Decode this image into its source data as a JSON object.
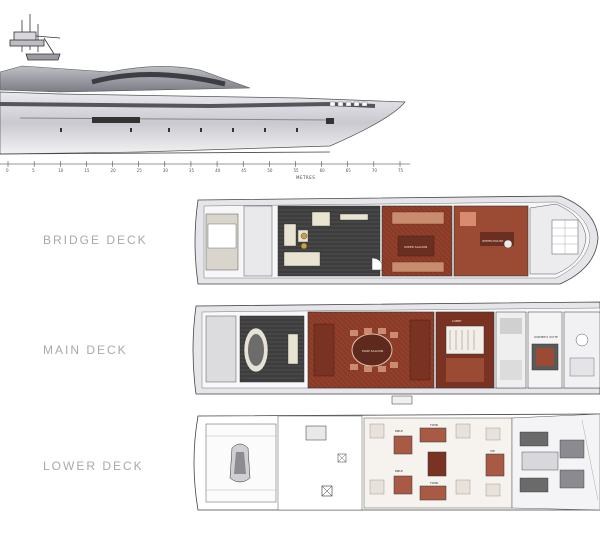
{
  "profile": {
    "scale_ticks": [
      "0",
      "5",
      "10",
      "15",
      "20",
      "25",
      "30",
      "35",
      "40",
      "45",
      "50",
      "55",
      "60",
      "65",
      "70",
      "75"
    ],
    "scale_unit": "METRES"
  },
  "decks": [
    {
      "label": "BRIDGE DECK"
    },
    {
      "label": "MAIN DECK"
    },
    {
      "label": "LOWER DECK"
    }
  ],
  "colors": {
    "hull": "#d9d9de",
    "teak": "#6b4a3a",
    "saloon": "#8a3b28",
    "cabin": "#a85a45",
    "label": "#a9a9a9"
  }
}
